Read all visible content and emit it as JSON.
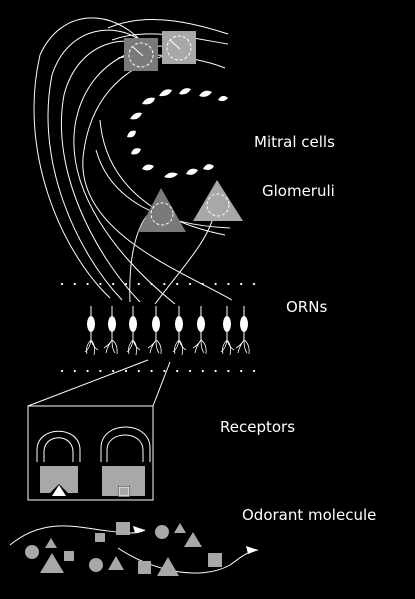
{
  "labels": {
    "mitral_cells": "Mitral cells",
    "glomeruli": "Glomeruli",
    "orns": "ORNs",
    "receptors": "Receptors",
    "odorant_molecule": "Odorant molecule"
  },
  "colors": {
    "background": "#000000",
    "line": "#ffffff",
    "shape_gray": "#a8a8a8",
    "dark_gray": "#7a7a7a"
  }
}
